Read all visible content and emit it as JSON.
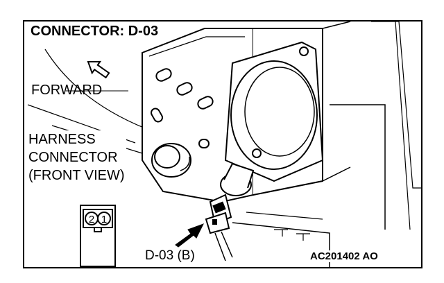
{
  "title": "CONNECTOR: D-03",
  "forward_label": "FORWARD",
  "harness_label": {
    "line1": "HARNESS",
    "line2": "CONNECTOR",
    "line3": "(FRONT VIEW)"
  },
  "connector_face": {
    "pin_left": "2",
    "pin_right": "1"
  },
  "connector_id": "D-03 (B)",
  "figure_code": "AC201402 AO"
}
